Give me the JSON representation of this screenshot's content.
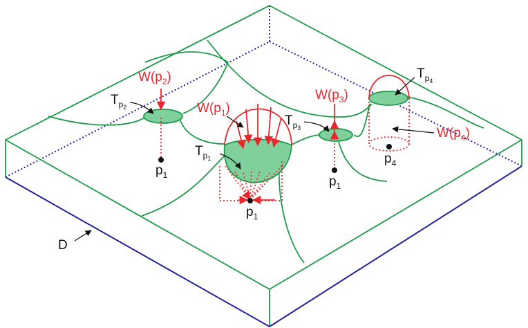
{
  "labels": {
    "D": "D",
    "W_p2": "W(p",
    "W_p2_sub": "2",
    "W_p1": "W(p",
    "W_p1_sub": "1",
    "W_p3": "W(p",
    "W_p3_sub": "3",
    "W_p4": "W(p",
    "W_p4_sub": "4",
    "close_paren": ")",
    "T": "T",
    "T_sub_p": "p",
    "sub_1": "1",
    "sub_2": "2",
    "sub_3": "3",
    "sub_4": "4",
    "p": "p"
  },
  "colors": {
    "box_edge": "#1c9a4a",
    "bottom_edge": "#22209a",
    "manifold": "#1c9a4a",
    "disk_fill": "#7fd09c",
    "flow": "#e8262d",
    "text": "#111111"
  }
}
